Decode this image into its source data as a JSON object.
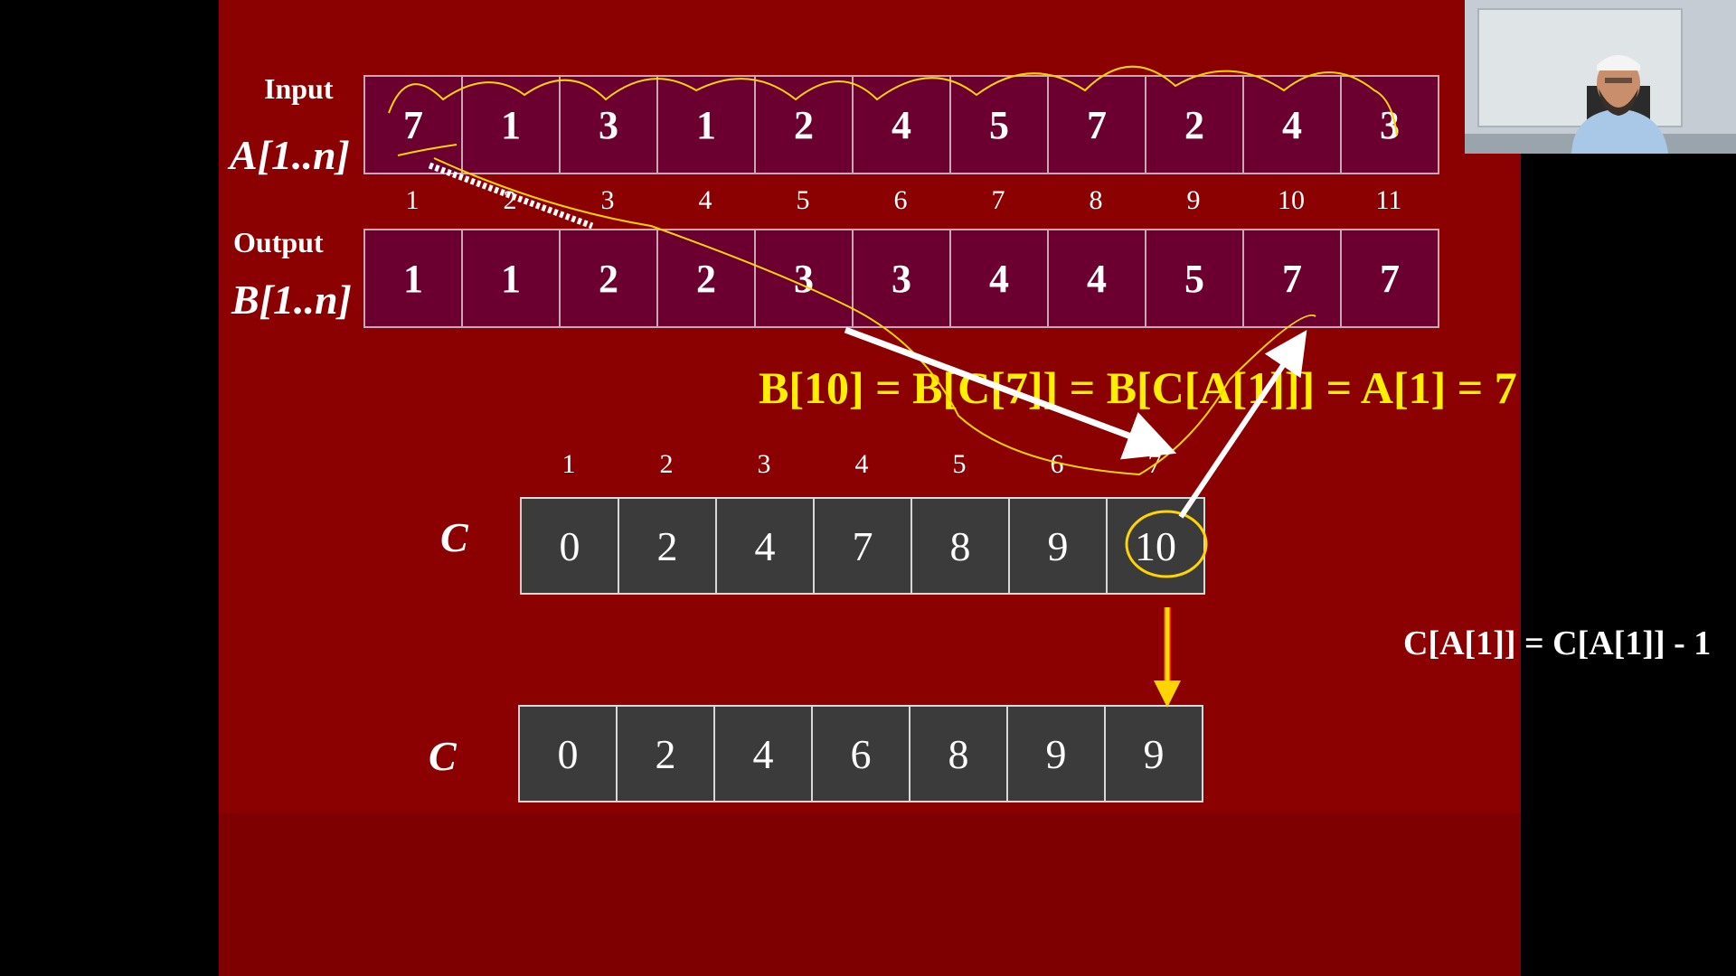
{
  "input": {
    "caption": "Input",
    "label": "A[1..n]",
    "values": [
      "7",
      "1",
      "3",
      "1",
      "2",
      "4",
      "5",
      "7",
      "2",
      "4",
      "3"
    ],
    "indices": [
      "1",
      "2",
      "3",
      "4",
      "5",
      "6",
      "7",
      "8",
      "9",
      "10",
      "11"
    ]
  },
  "output": {
    "caption": "Output",
    "label": "B[1..n]",
    "values": [
      "1",
      "1",
      "2",
      "2",
      "3",
      "3",
      "4",
      "4",
      "5",
      "7",
      "7"
    ]
  },
  "formula": "B[10] = B[C[7]] = B[C[A[1]]] = A[1] = 7",
  "count_before": {
    "label": "C",
    "indices": [
      "1",
      "2",
      "3",
      "4",
      "5",
      "6",
      "7"
    ],
    "values": [
      "0",
      "2",
      "4",
      "7",
      "8",
      "9",
      "10"
    ]
  },
  "update": "C[A[1]] = C[A[1]] - 1",
  "count_after": {
    "label": "C",
    "values": [
      "0",
      "2",
      "4",
      "6",
      "8",
      "9",
      "9"
    ]
  },
  "colors": {
    "slide_bg": "#8b0000",
    "array_cell": "#6b0030",
    "count_cell": "#3b3b3b",
    "formula": "#ffef00",
    "annotation": "#ffd700"
  }
}
